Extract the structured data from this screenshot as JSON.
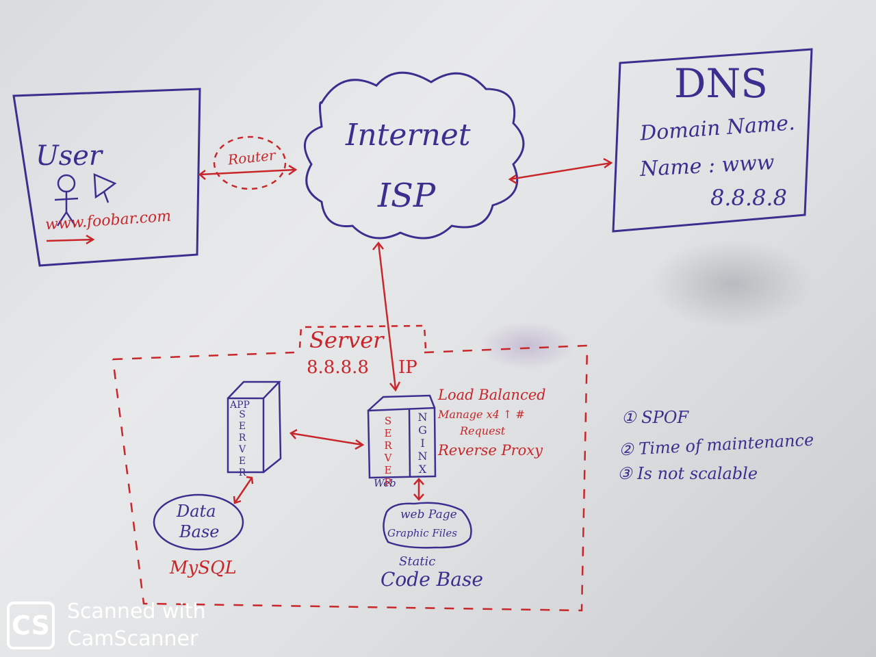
{
  "watermark": {
    "logo": "CS",
    "line1": "Scanned with",
    "line2": "CamScanner"
  },
  "colors": {
    "blue_marker": "#3a2f8f",
    "red_marker": "#c8262a"
  },
  "user_box": {
    "title": "User",
    "url": "www.foobar.com",
    "icons": [
      "stick-figure-icon",
      "cursor-icon"
    ]
  },
  "router_label": "Router",
  "internet_cloud": {
    "line1": "Internet",
    "line2": "ISP"
  },
  "dns_box": {
    "title": "DNS",
    "line1": "Domain Name.",
    "line2": "Name : www",
    "line3": "8.8.8.8"
  },
  "server_zone": {
    "label": "Server",
    "ip": "8.8.8.8",
    "ip_suffix": "IP"
  },
  "app_server": {
    "top": "APP",
    "vertical": "SERVER"
  },
  "web_server": {
    "vertical_left": "SERVER",
    "vertical_right": "NGINX",
    "bottom": "Web",
    "notes": [
      "Load Balanced",
      "Manage x4 ↑ #",
      "Request",
      "Reverse Proxy"
    ]
  },
  "database": {
    "line1": "Data",
    "line2": "Base",
    "engine": "MySQL"
  },
  "static_files": {
    "line1": "web Page",
    "line2": "Graphic Files",
    "caption1": "Static",
    "caption2": "Code Base"
  },
  "issues": [
    "① SPOF",
    "② Time of maintenance",
    "③ Is not scalable"
  ]
}
